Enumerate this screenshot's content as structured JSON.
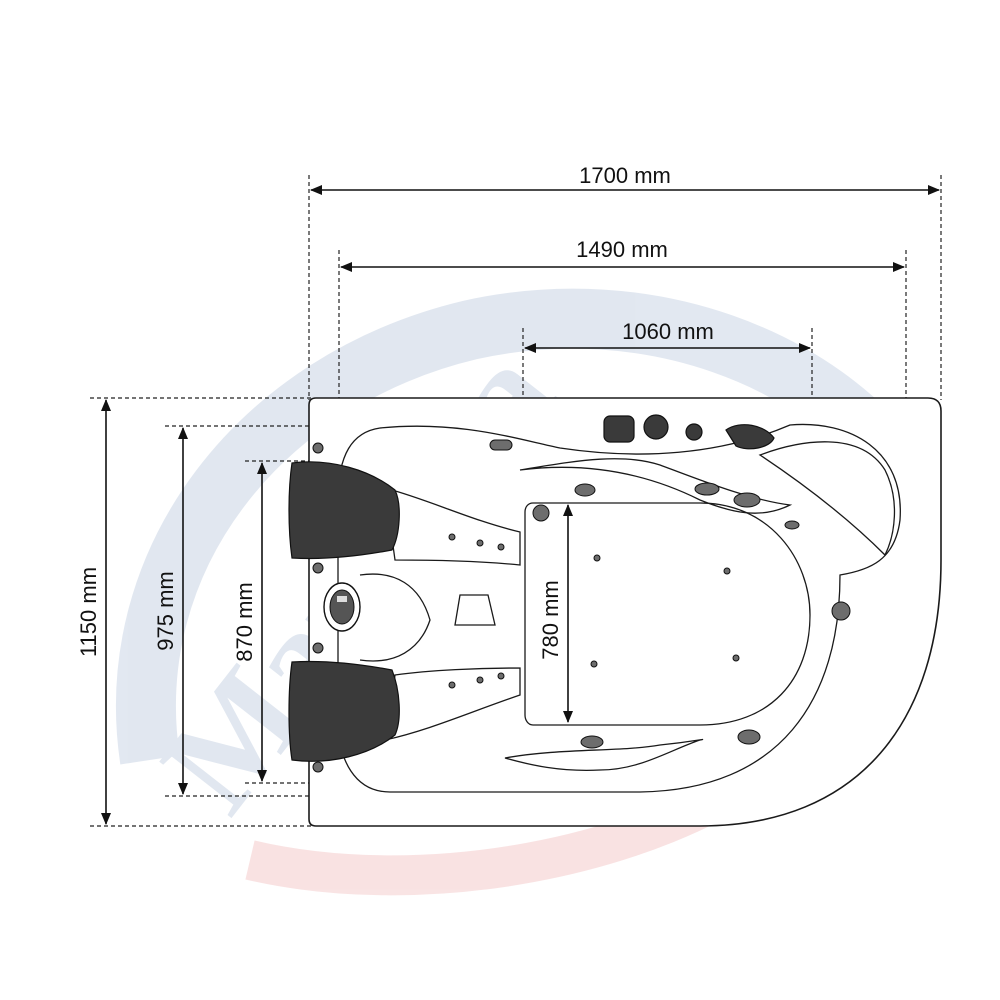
{
  "dimensions": {
    "overall_length": "1700 mm",
    "rim_length": "1490 mm",
    "seat_length": "1060 mm",
    "overall_width": "1150 mm",
    "rim_width": "975 mm",
    "inner_width": "870 mm",
    "seat_width": "780 mm"
  },
  "watermark": {
    "text": "MaxiSpa",
    "colors": [
      "#1f4f8f",
      "#d32b2b"
    ]
  },
  "colors": {
    "line": "#111111",
    "headrest": "#3a3a3a",
    "jet": "#6d6d6d"
  }
}
